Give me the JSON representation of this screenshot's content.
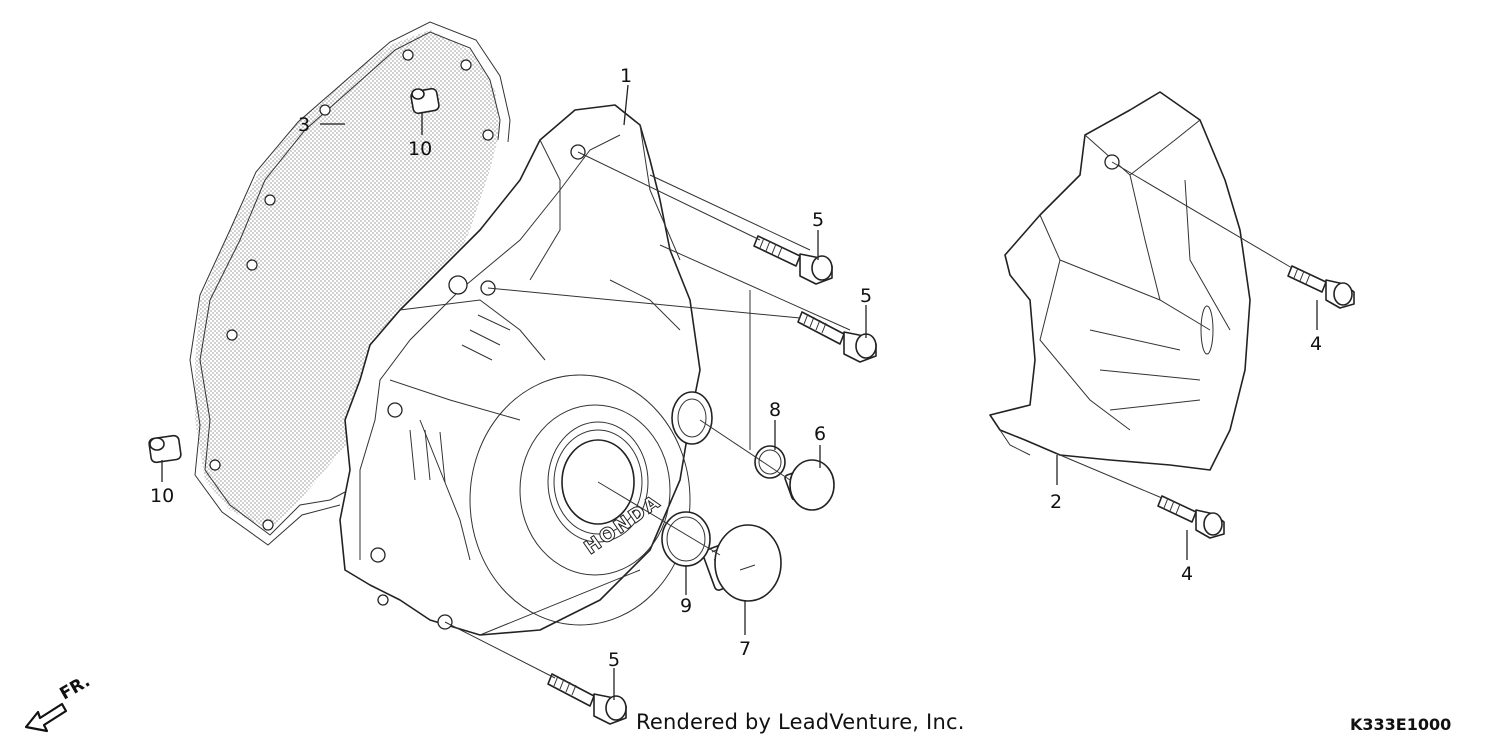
{
  "callouts": {
    "c1": "1",
    "c2": "2",
    "c3": "3",
    "c4a": "4",
    "c4b": "4",
    "c5a": "5",
    "c5b": "5",
    "c5c": "5",
    "c6": "6",
    "c7": "7",
    "c8": "8",
    "c9": "9",
    "c10a": "10",
    "c10b": "10"
  },
  "cover_logo": "HONDA",
  "front_marker": "FR.",
  "credit": "Rendered by LeadVenture, Inc.",
  "diagram_code": "K333E1000",
  "colors": {
    "line": "#222222",
    "shade": "#c8c8c8",
    "background": "#ffffff"
  }
}
